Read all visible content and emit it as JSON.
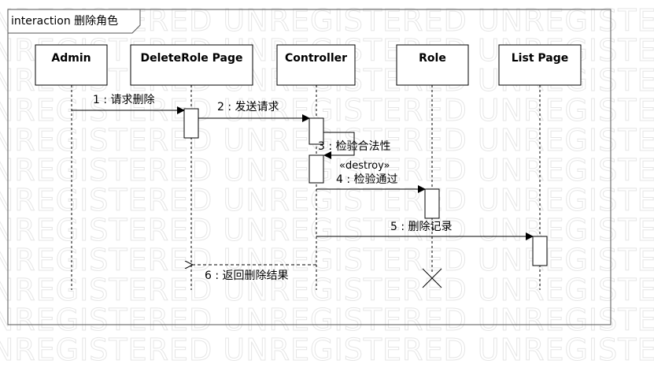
{
  "watermark": "UNREGISTERED UNREGISTERED UNREGISTERED UNREGISTERED",
  "frame": {
    "label": "interaction 删除角色"
  },
  "lifelines": [
    {
      "label": "Admin"
    },
    {
      "label": "DeleteRole Page"
    },
    {
      "label": "Controller"
    },
    {
      "label": "Role"
    },
    {
      "label": "List Page"
    }
  ],
  "messages": [
    {
      "label": "1 : 请求删除"
    },
    {
      "label": "2 : 发送请求"
    },
    {
      "label": "3 : 检验合法性"
    },
    {
      "label": "«destroy»"
    },
    {
      "label": "4 : 检验通过"
    },
    {
      "label": "5 : 删除记录"
    },
    {
      "label": "6 : 返回删除结果"
    }
  ]
}
